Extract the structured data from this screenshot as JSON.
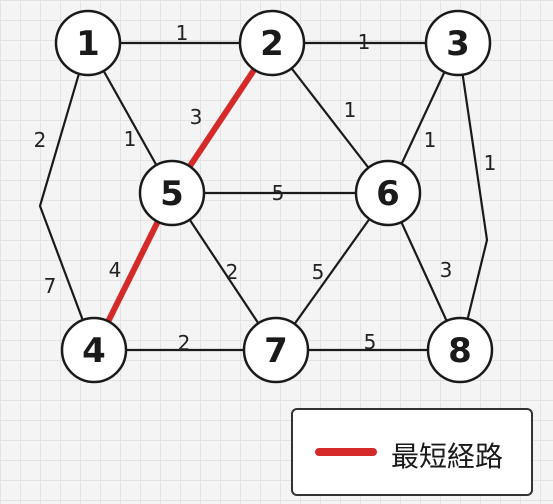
{
  "graph": {
    "nodes": [
      {
        "id": "1",
        "label": "1"
      },
      {
        "id": "2",
        "label": "2"
      },
      {
        "id": "3",
        "label": "3"
      },
      {
        "id": "4",
        "label": "4"
      },
      {
        "id": "5",
        "label": "5"
      },
      {
        "id": "6",
        "label": "6"
      },
      {
        "id": "7",
        "label": "7"
      },
      {
        "id": "8",
        "label": "8"
      }
    ],
    "edges": [
      {
        "from": "1",
        "to": "2",
        "weight": "1",
        "shortest_path": false
      },
      {
        "from": "2",
        "to": "3",
        "weight": "1",
        "shortest_path": false
      },
      {
        "from": "1",
        "to": "5",
        "weight": "1",
        "shortest_path": false
      },
      {
        "from": "2",
        "to": "5",
        "weight": "3",
        "shortest_path": true
      },
      {
        "from": "2",
        "to": "6",
        "weight": "1",
        "shortest_path": false
      },
      {
        "from": "3",
        "to": "6",
        "weight": "1",
        "shortest_path": false
      },
      {
        "from": "3",
        "to": "8",
        "weight": "1",
        "shortest_path": false
      },
      {
        "from": "1",
        "to": "4",
        "weight": "2",
        "weight2": "7",
        "shortest_path": false
      },
      {
        "from": "5",
        "to": "6",
        "weight": "5",
        "shortest_path": false
      },
      {
        "from": "5",
        "to": "4",
        "weight": "4",
        "shortest_path": true
      },
      {
        "from": "5",
        "to": "7",
        "weight": "2",
        "shortest_path": false
      },
      {
        "from": "6",
        "to": "7",
        "weight": "5",
        "shortest_path": false
      },
      {
        "from": "6",
        "to": "8",
        "weight": "3",
        "shortest_path": false
      },
      {
        "from": "4",
        "to": "7",
        "weight": "2",
        "shortest_path": false
      },
      {
        "from": "7",
        "to": "8",
        "weight": "5",
        "shortest_path": false
      }
    ]
  },
  "legend": {
    "label": "最短経路",
    "color": "#d42a2a"
  }
}
